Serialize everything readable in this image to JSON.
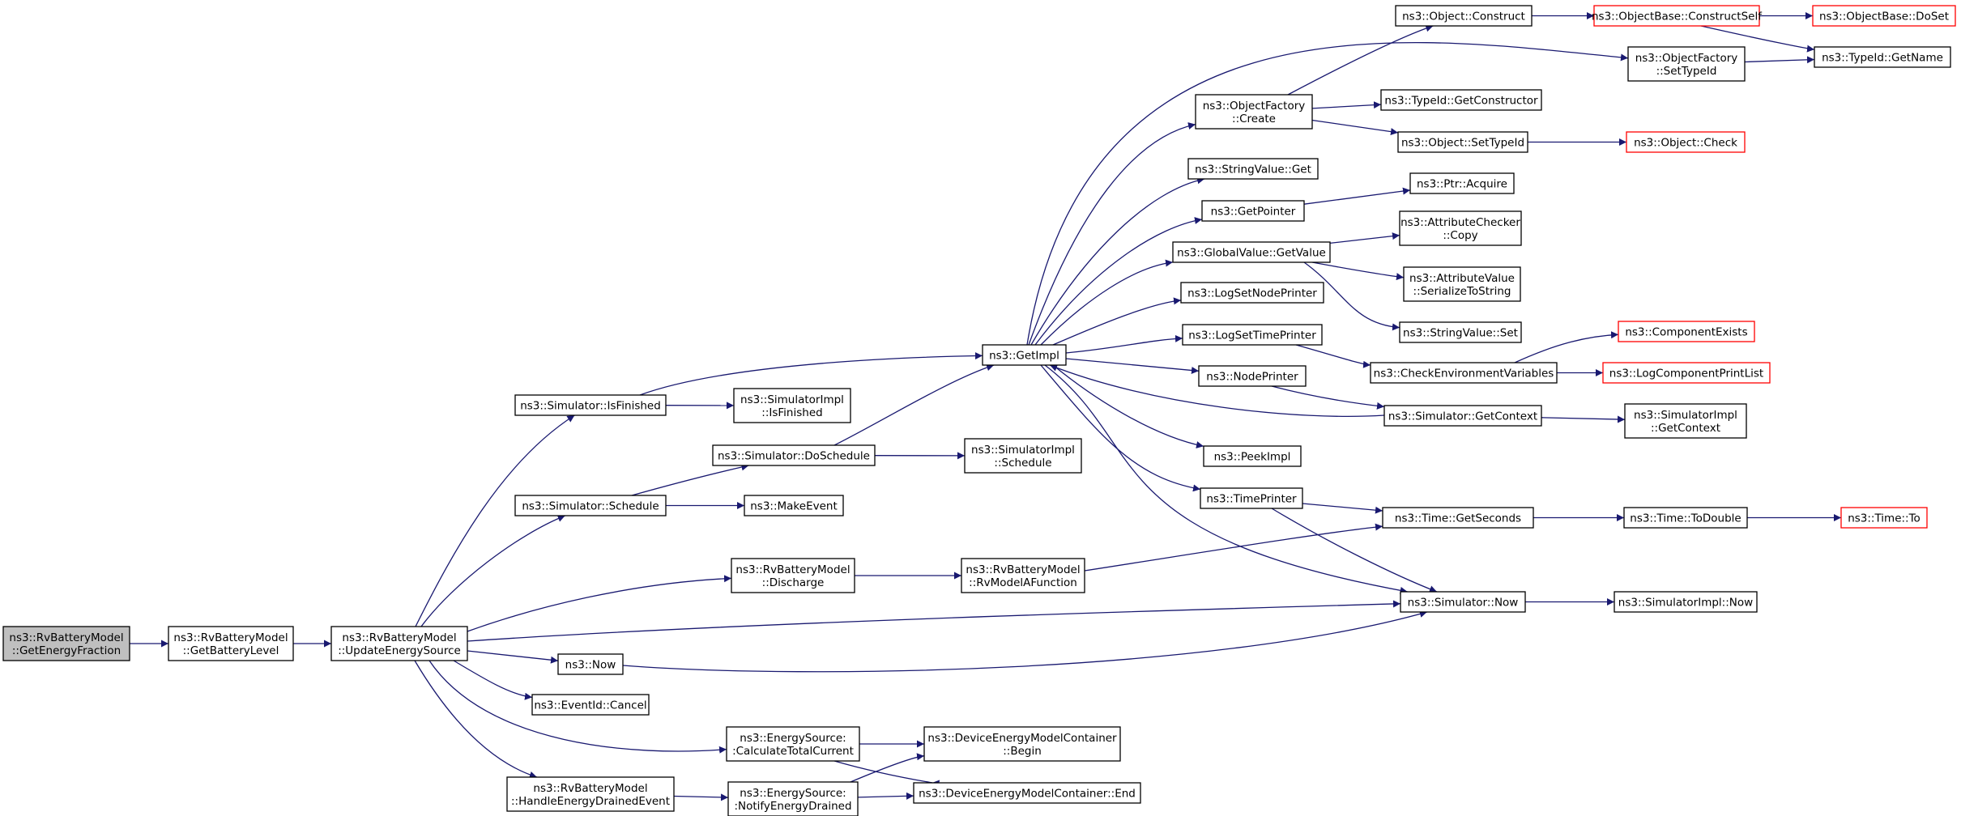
{
  "graph": {
    "colors": {
      "edge": "#191970",
      "node_border": "#000000",
      "node_border_external": "#ff0000",
      "root_fill": "#bfbfbf"
    },
    "nodes": [
      {
        "id": "getEnergyFraction",
        "lines": [
          "ns3::RvBatteryModel",
          "::GetEnergyFraction"
        ],
        "root": true
      },
      {
        "id": "getBatteryLevel",
        "lines": [
          "ns3::RvBatteryModel",
          "::GetBatteryLevel"
        ]
      },
      {
        "id": "updateEnergySource",
        "lines": [
          "ns3::RvBatteryModel",
          "::UpdateEnergySource"
        ]
      },
      {
        "id": "simIsFinished",
        "lines": [
          "ns3::Simulator::IsFinished"
        ]
      },
      {
        "id": "simImplIsFinished",
        "lines": [
          "ns3::SimulatorImpl",
          "::IsFinished"
        ]
      },
      {
        "id": "simDoSchedule",
        "lines": [
          "ns3::Simulator::DoSchedule"
        ]
      },
      {
        "id": "simImplSchedule",
        "lines": [
          "ns3::SimulatorImpl",
          "::Schedule"
        ]
      },
      {
        "id": "simSchedule",
        "lines": [
          "ns3::Simulator::Schedule"
        ]
      },
      {
        "id": "makeEvent",
        "lines": [
          "ns3::MakeEvent"
        ]
      },
      {
        "id": "discharge",
        "lines": [
          "ns3::RvBatteryModel",
          "::Discharge"
        ]
      },
      {
        "id": "rvModelA",
        "lines": [
          "ns3::RvBatteryModel",
          "::RvModelAFunction"
        ]
      },
      {
        "id": "now",
        "lines": [
          "ns3::Now"
        ]
      },
      {
        "id": "eventCancel",
        "lines": [
          "ns3::EventId::Cancel"
        ]
      },
      {
        "id": "calcTotalCurrent",
        "lines": [
          "ns3::EnergySource:",
          ":CalculateTotalCurrent"
        ]
      },
      {
        "id": "handleDrained",
        "lines": [
          "ns3::RvBatteryModel",
          "::HandleEnergyDrainedEvent"
        ]
      },
      {
        "id": "notifyDrained",
        "lines": [
          "ns3::EnergySource:",
          ":NotifyEnergyDrained"
        ]
      },
      {
        "id": "demcBegin",
        "lines": [
          "ns3::DeviceEnergyModelContainer",
          "::Begin"
        ]
      },
      {
        "id": "demcEnd",
        "lines": [
          "ns3::DeviceEnergyModelContainer::End"
        ]
      },
      {
        "id": "getImpl",
        "lines": [
          "ns3::GetImpl"
        ]
      },
      {
        "id": "objFactoryCreate",
        "lines": [
          "ns3::ObjectFactory",
          "::Create"
        ]
      },
      {
        "id": "stringValueGet",
        "lines": [
          "ns3::StringValue::Get"
        ]
      },
      {
        "id": "getPointer",
        "lines": [
          "ns3::GetPointer"
        ]
      },
      {
        "id": "globalValueGetValue",
        "lines": [
          "ns3::GlobalValue::GetValue"
        ]
      },
      {
        "id": "logSetNodePrinter",
        "lines": [
          "ns3::LogSetNodePrinter"
        ]
      },
      {
        "id": "logSetTimePrinter",
        "lines": [
          "ns3::LogSetTimePrinter"
        ]
      },
      {
        "id": "nodePrinter",
        "lines": [
          "ns3::NodePrinter"
        ]
      },
      {
        "id": "peekImpl",
        "lines": [
          "ns3::PeekImpl"
        ]
      },
      {
        "id": "timePrinter",
        "lines": [
          "ns3::TimePrinter"
        ]
      },
      {
        "id": "objectConstruct",
        "lines": [
          "ns3::Object::Construct"
        ]
      },
      {
        "id": "typeIdGetConstructor",
        "lines": [
          "ns3::TypeId::GetConstructor"
        ]
      },
      {
        "id": "objectSetTypeId",
        "lines": [
          "ns3::Object::SetTypeId"
        ]
      },
      {
        "id": "ptrAcquire",
        "lines": [
          "ns3::Ptr::Acquire"
        ]
      },
      {
        "id": "attrCheckerCopy",
        "lines": [
          "ns3::AttributeChecker",
          "::Copy"
        ]
      },
      {
        "id": "attrValueSerialize",
        "lines": [
          "ns3::AttributeValue",
          "::SerializeToString"
        ]
      },
      {
        "id": "stringValueSet",
        "lines": [
          "ns3::StringValue::Set"
        ]
      },
      {
        "id": "checkEnvVars",
        "lines": [
          "ns3::CheckEnvironmentVariables"
        ]
      },
      {
        "id": "simGetContext",
        "lines": [
          "ns3::Simulator::GetContext"
        ]
      },
      {
        "id": "timeGetSeconds",
        "lines": [
          "ns3::Time::GetSeconds"
        ]
      },
      {
        "id": "simNow",
        "lines": [
          "ns3::Simulator::Now"
        ]
      },
      {
        "id": "objBaseConstructSelf",
        "lines": [
          "ns3::ObjectBase::ConstructSelf"
        ],
        "external": true
      },
      {
        "id": "objFactorySetTypeId",
        "lines": [
          "ns3::ObjectFactory",
          "::SetTypeId"
        ]
      },
      {
        "id": "objectCheck",
        "lines": [
          "ns3::Object::Check"
        ],
        "external": true
      },
      {
        "id": "componentExists",
        "lines": [
          "ns3::ComponentExists"
        ],
        "external": true
      },
      {
        "id": "logComponentPrintList",
        "lines": [
          "ns3::LogComponentPrintList"
        ],
        "external": true
      },
      {
        "id": "simImplGetContext",
        "lines": [
          "ns3::SimulatorImpl",
          "::GetContext"
        ]
      },
      {
        "id": "timeToDouble",
        "lines": [
          "ns3::Time::ToDouble"
        ]
      },
      {
        "id": "simImplNow",
        "lines": [
          "ns3::SimulatorImpl::Now"
        ]
      },
      {
        "id": "objBaseDoSet",
        "lines": [
          "ns3::ObjectBase::DoSet"
        ],
        "external": true
      },
      {
        "id": "typeIdGetName",
        "lines": [
          "ns3::TypeId::GetName"
        ]
      },
      {
        "id": "timeTo",
        "lines": [
          "ns3::Time::To"
        ],
        "external": true
      }
    ],
    "edges": [
      [
        "getEnergyFraction",
        "getBatteryLevel"
      ],
      [
        "getBatteryLevel",
        "updateEnergySource"
      ],
      [
        "updateEnergySource",
        "simIsFinished"
      ],
      [
        "updateEnergySource",
        "simSchedule"
      ],
      [
        "updateEnergySource",
        "discharge"
      ],
      [
        "updateEnergySource",
        "simNow"
      ],
      [
        "updateEnergySource",
        "now"
      ],
      [
        "updateEnergySource",
        "eventCancel"
      ],
      [
        "updateEnergySource",
        "calcTotalCurrent"
      ],
      [
        "updateEnergySource",
        "handleDrained"
      ],
      [
        "simIsFinished",
        "getImpl"
      ],
      [
        "simIsFinished",
        "simImplIsFinished"
      ],
      [
        "simSchedule",
        "simDoSchedule"
      ],
      [
        "simSchedule",
        "makeEvent"
      ],
      [
        "simDoSchedule",
        "getImpl"
      ],
      [
        "simDoSchedule",
        "simImplSchedule"
      ],
      [
        "discharge",
        "rvModelA"
      ],
      [
        "rvModelA",
        "timeGetSeconds"
      ],
      [
        "now",
        "simNow"
      ],
      [
        "calcTotalCurrent",
        "demcBegin"
      ],
      [
        "calcTotalCurrent",
        "demcEnd"
      ],
      [
        "handleDrained",
        "notifyDrained"
      ],
      [
        "notifyDrained",
        "demcBegin"
      ],
      [
        "notifyDrained",
        "demcEnd"
      ],
      [
        "getImpl",
        "objFactorySetTypeId"
      ],
      [
        "getImpl",
        "objFactoryCreate"
      ],
      [
        "getImpl",
        "stringValueGet"
      ],
      [
        "getImpl",
        "getPointer"
      ],
      [
        "getImpl",
        "globalValueGetValue"
      ],
      [
        "getImpl",
        "logSetNodePrinter"
      ],
      [
        "getImpl",
        "logSetTimePrinter"
      ],
      [
        "getImpl",
        "nodePrinter"
      ],
      [
        "getImpl",
        "peekImpl"
      ],
      [
        "getImpl",
        "timePrinter"
      ],
      [
        "getImpl",
        "simNow"
      ],
      [
        "simGetContext",
        "getImpl"
      ],
      [
        "objFactoryCreate",
        "objectConstruct"
      ],
      [
        "objFactoryCreate",
        "typeIdGetConstructor"
      ],
      [
        "objFactoryCreate",
        "objectSetTypeId"
      ],
      [
        "objectConstruct",
        "objBaseConstructSelf"
      ],
      [
        "objBaseConstructSelf",
        "objBaseDoSet"
      ],
      [
        "objBaseConstructSelf",
        "typeIdGetName"
      ],
      [
        "objFactorySetTypeId",
        "typeIdGetName"
      ],
      [
        "objectSetTypeId",
        "objectCheck"
      ],
      [
        "getPointer",
        "ptrAcquire"
      ],
      [
        "globalValueGetValue",
        "attrCheckerCopy"
      ],
      [
        "globalValueGetValue",
        "attrValueSerialize"
      ],
      [
        "globalValueGetValue",
        "stringValueSet"
      ],
      [
        "logSetTimePrinter",
        "checkEnvVars"
      ],
      [
        "checkEnvVars",
        "componentExists"
      ],
      [
        "checkEnvVars",
        "logComponentPrintList"
      ],
      [
        "nodePrinter",
        "simGetContext"
      ],
      [
        "simGetContext",
        "simImplGetContext"
      ],
      [
        "timePrinter",
        "timeGetSeconds"
      ],
      [
        "timePrinter",
        "simNow"
      ],
      [
        "timeGetSeconds",
        "timeToDouble"
      ],
      [
        "timeToDouble",
        "timeTo"
      ],
      [
        "simNow",
        "simImplNow"
      ]
    ]
  }
}
